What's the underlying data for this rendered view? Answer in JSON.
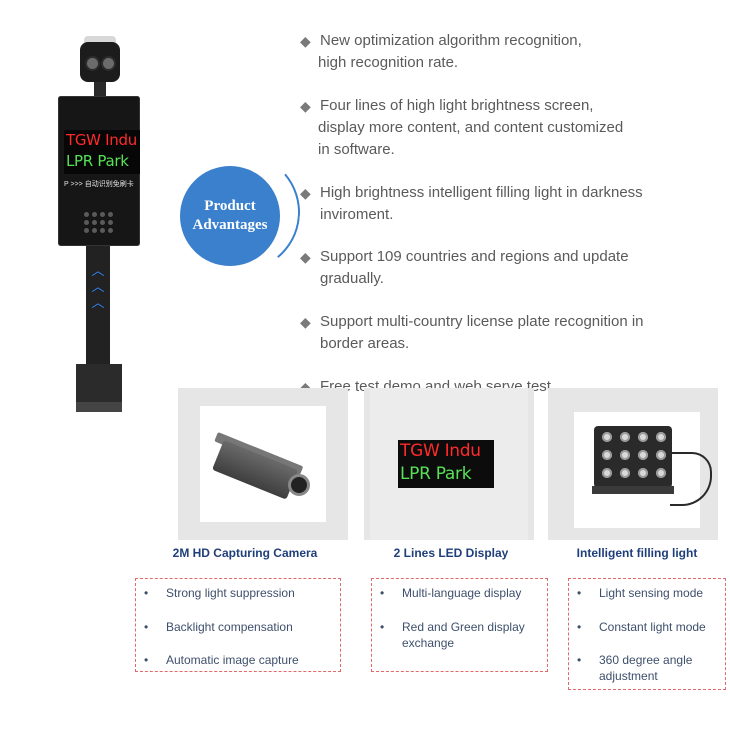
{
  "device": {
    "led_line1": "TGW Indu",
    "led_line2": "LPR Park",
    "cabinet_label": "P >>> 自动识别免刷卡"
  },
  "advantages": {
    "title_line1": "Product",
    "title_line2": "Advantages",
    "features": [
      {
        "line1": "New optimization algorithm recognition,",
        "line2": "high recognition rate.",
        "line3": ""
      },
      {
        "line1": "Four lines of high light brightness screen,",
        "line2": "display more content, and content customized",
        "line3": "in software."
      },
      {
        "line1": "High brightness intelligent filling light in darkness",
        "line2": "inviroment.",
        "line3": ""
      },
      {
        "line1": "Support 109 countries and regions and update",
        "line2": "gradually.",
        "line3": ""
      },
      {
        "line1": "Support multi-country license plate recognition in",
        "line2": "border areas.",
        "line3": ""
      },
      {
        "line1": "Free test demo and web serve test.",
        "line2": "",
        "line3": ""
      }
    ]
  },
  "products": [
    {
      "title": "2M HD Capturing Camera",
      "specs": [
        "Strong light suppression",
        "Backlight compensation",
        "Automatic image capture"
      ]
    },
    {
      "title": "2 Lines LED Display",
      "led_line1": "TGW Indu",
      "led_line2": "LPR Park",
      "specs": [
        "Multi-language display",
        "Red and Green display",
        "exchange"
      ]
    },
    {
      "title": "Intelligent filling light",
      "specs": [
        "Light sensing mode",
        "Constant light mode",
        "360 degree angle",
        "adjustment"
      ]
    }
  ],
  "colors": {
    "accent_blue": "#3a80cc",
    "title_blue": "#1f3f7a",
    "dashed_border": "#e06a6a",
    "led_red": "#ff2a2a",
    "led_green": "#57e157"
  }
}
